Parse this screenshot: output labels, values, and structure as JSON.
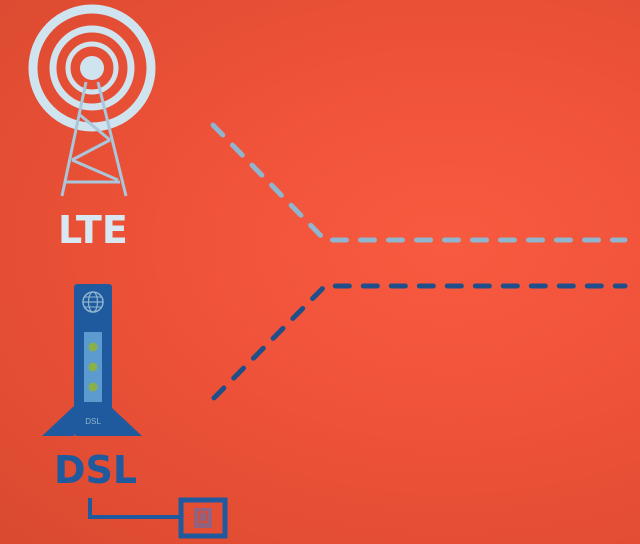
{
  "lte": {
    "label": "LTE",
    "color": "#d0e4f0"
  },
  "dsl": {
    "label": "DSL",
    "device_label": "DSL",
    "color": "#1f5a9e",
    "led_color": "#8ab04a"
  },
  "lines": {
    "lte_color": "#8fb5cf",
    "dsl_color": "#1f4f8a"
  },
  "background": "#ee5238"
}
